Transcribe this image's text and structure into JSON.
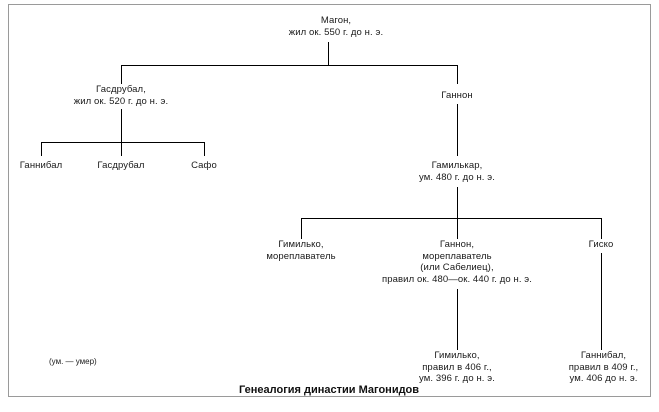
{
  "caption": {
    "text": "Генеалогия династии Магонидов"
  },
  "legend": {
    "text": "(ум. — умер)"
  },
  "nodes": {
    "magon": "Магон,\nжил ок. 550 г. до н. э.",
    "hasdrubal_1": "Гасдрубал,\nжил ок. 520 г. до н. э.",
    "hannon_1": "Ганнон",
    "hannibal_1": "Ганнибал",
    "hasdrubal_2": "Гасдрубал",
    "safo": "Сафо",
    "hamilcar": "Гамилькар,\nум. 480 г. до н. э.",
    "himilko_1": "Гимилько,\nмореплаватель",
    "hannon_navigator": "Ганнон,\nмореплаватель\n(или Сабелиец),\nправил ок. 480—ок. 440 г. до н. э.",
    "gisko": "Гиско",
    "himilko_2": "Гимилько,\nправил в 406 г.,\nум. 396 г. до н. э.",
    "hannibal_2": "Ганнибал,\nправил в 409 г.,\nум. 406 до н. э."
  },
  "colors": {
    "line": "#000000",
    "frame": "#9a9a9a",
    "text": "#1a1a1a"
  }
}
